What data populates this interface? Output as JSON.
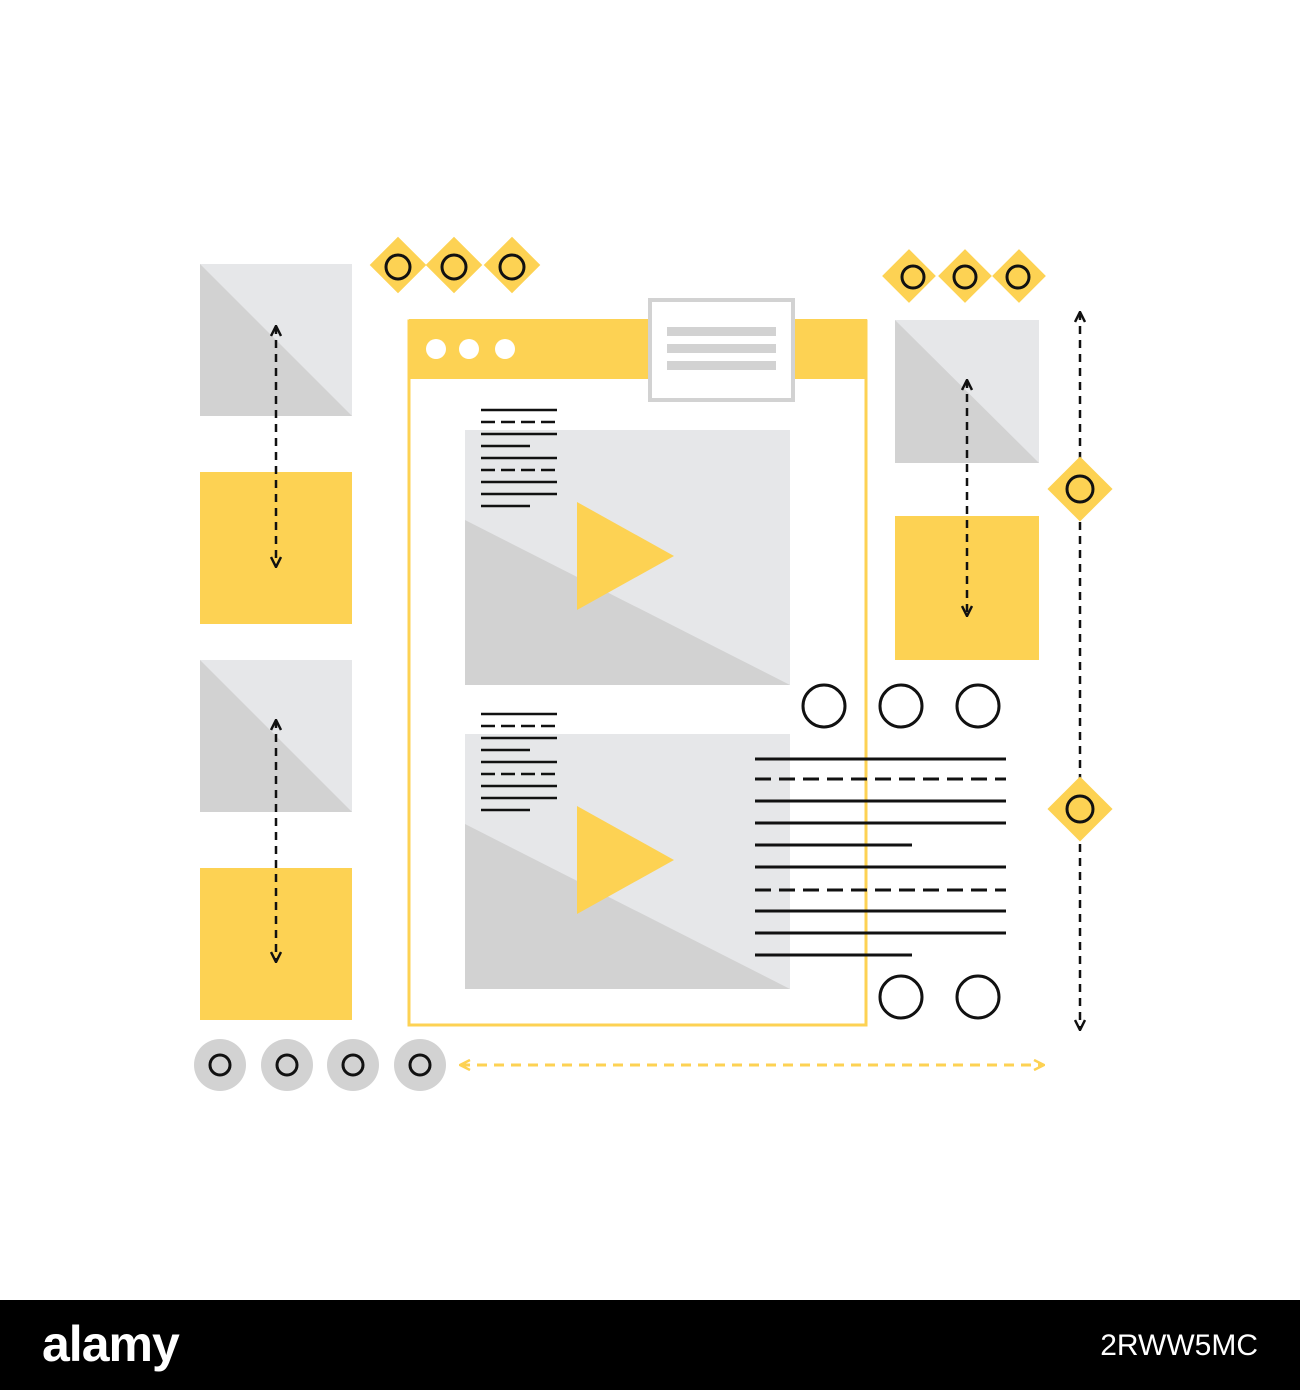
{
  "colors": {
    "yellow": "#FDD253",
    "light_gray": "#E6E7E9",
    "mid_gray": "#D2D2D2",
    "line": "#111111",
    "white": "#FFFFFF",
    "footer_bg": "#000000"
  },
  "illustration": {
    "subject": "web-layout-wireframe",
    "icons": [
      "browser-window-icon",
      "video-play-icon",
      "resize-arrow-icon",
      "image-placeholder-icon",
      "text-lines-icon",
      "slider-handle-icon"
    ]
  },
  "footer": {
    "logo": "alamy",
    "image_id": "2RWW5MC"
  }
}
